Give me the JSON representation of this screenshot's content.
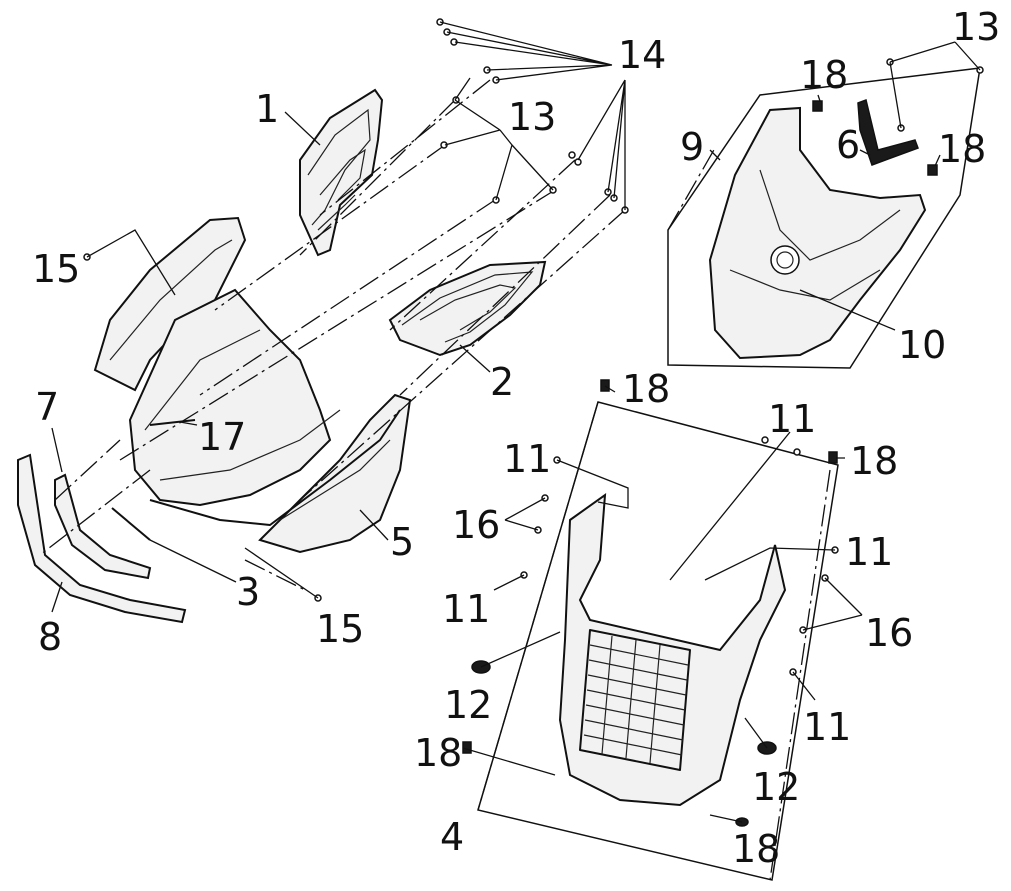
{
  "callouts": [
    {
      "id": "c1",
      "text": "1"
    },
    {
      "id": "c2",
      "text": "2"
    },
    {
      "id": "c3",
      "text": "3"
    },
    {
      "id": "c4",
      "text": "4"
    },
    {
      "id": "c5",
      "text": "5"
    },
    {
      "id": "c6",
      "text": "6"
    },
    {
      "id": "c7",
      "text": "7"
    },
    {
      "id": "c8",
      "text": "8"
    },
    {
      "id": "c9",
      "text": "9"
    },
    {
      "id": "c10",
      "text": "10"
    },
    {
      "id": "c11a",
      "text": "11"
    },
    {
      "id": "c11b",
      "text": "11"
    },
    {
      "id": "c11c",
      "text": "11"
    },
    {
      "id": "c11d",
      "text": "11"
    },
    {
      "id": "c11e",
      "text": "11"
    },
    {
      "id": "c12a",
      "text": "12"
    },
    {
      "id": "c12b",
      "text": "12"
    },
    {
      "id": "c13a",
      "text": "13"
    },
    {
      "id": "c13b",
      "text": "13"
    },
    {
      "id": "c14",
      "text": "14"
    },
    {
      "id": "c15a",
      "text": "15"
    },
    {
      "id": "c15b",
      "text": "15"
    },
    {
      "id": "c16a",
      "text": "16"
    },
    {
      "id": "c16b",
      "text": "16"
    },
    {
      "id": "c17",
      "text": "17"
    },
    {
      "id": "c18a",
      "text": "18"
    },
    {
      "id": "c18b",
      "text": "18"
    },
    {
      "id": "c18c",
      "text": "18"
    },
    {
      "id": "c18d",
      "text": "18"
    },
    {
      "id": "c18e",
      "text": "18"
    },
    {
      "id": "c18f",
      "text": "18"
    }
  ]
}
